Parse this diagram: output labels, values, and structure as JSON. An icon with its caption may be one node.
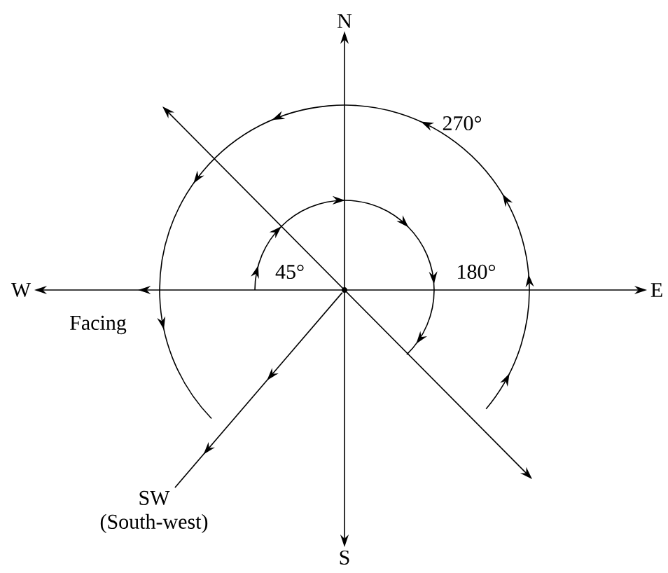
{
  "diagram": {
    "nodes": [
      {
        "text": [
          "N"
        ]
      },
      {
        "text": [
          "S"
        ]
      },
      {
        "text": [
          "E"
        ]
      },
      {
        "text": [
          "W"
        ]
      },
      {
        "text": [
          "SW",
          "(South-west)"
        ]
      },
      {
        "text": [],
        "shape": "circle"
      }
    ],
    "edges": [
      {
        "from": 0,
        "to": 1,
        "arrow": "both"
      },
      {
        "from": 3,
        "to": 2,
        "arrow": "both"
      },
      {
        "from": 5,
        "to": 4,
        "arrow": "to"
      }
    ],
    "labels": [
      "270°",
      "45°",
      "180°",
      "Facing"
    ]
  }
}
